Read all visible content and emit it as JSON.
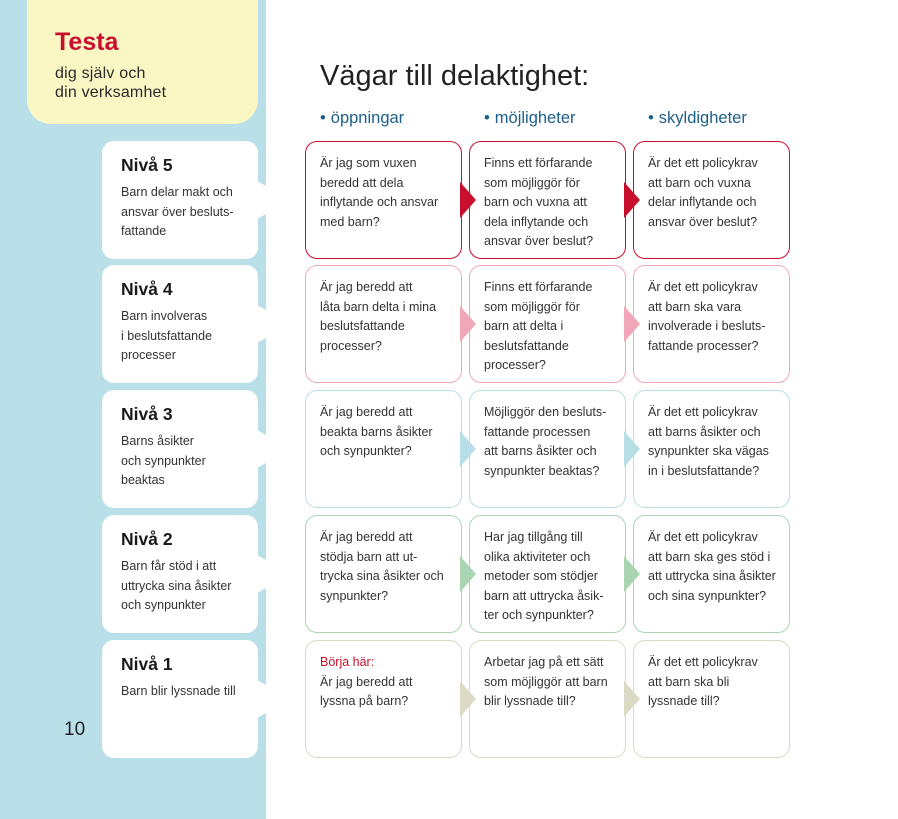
{
  "sidebar": {
    "title": "Testa",
    "subtitle_lines": [
      "dig själv och",
      "din verksamhet"
    ],
    "page_number": "10"
  },
  "main": {
    "title": "Vägar till delaktighet:",
    "columns": [
      {
        "bullet": "•",
        "label": "öppningar"
      },
      {
        "bullet": "•",
        "label": "möjligheter"
      },
      {
        "bullet": "•",
        "label": "skyldigheter"
      }
    ]
  },
  "levels": [
    {
      "title": "Nivå 5",
      "desc": [
        "Barn delar makt och",
        "ansvar över besluts-",
        "fattande"
      ],
      "color": "#c8102e",
      "cells": [
        {
          "lines": [
            "Är jag som vuxen",
            "beredd att dela",
            "inflytande och ansvar",
            "med barn?"
          ]
        },
        {
          "lines": [
            "Finns ett förfarande",
            "som möjliggör för",
            "barn och vuxna att",
            "dela inflytande och",
            "ansvar över beslut?"
          ]
        },
        {
          "lines": [
            "Är det ett policykrav",
            "att barn och vuxna",
            "delar inflytande och",
            "ansvar över beslut?"
          ]
        }
      ]
    },
    {
      "title": "Nivå 4",
      "desc": [
        "Barn involveras",
        "i beslutsfattande",
        "processer"
      ],
      "color": "#f2a7b9",
      "cells": [
        {
          "lines": [
            "Är jag beredd att",
            "låta barn delta i mina",
            "beslutsfattande",
            "processer?"
          ]
        },
        {
          "lines": [
            "Finns ett förfarande",
            "som möjliggör för",
            "barn att delta i",
            "beslutsfattande",
            "processer?"
          ]
        },
        {
          "lines": [
            "Är det ett policykrav",
            "att barn ska vara",
            "involverade i besluts-",
            "fattande processer?"
          ]
        }
      ]
    },
    {
      "title": "Nivå 3",
      "desc": [
        "Barns åsikter",
        "och synpunkter",
        "beaktas"
      ],
      "color": "#b8dfe7",
      "cells": [
        {
          "lines": [
            "Är jag beredd att",
            "beakta barns åsikter",
            "och synpunkter?"
          ]
        },
        {
          "lines": [
            "Möjliggör den besluts-",
            "fattande processen",
            "att barns åsikter och",
            "synpunkter beaktas?"
          ]
        },
        {
          "lines": [
            "Är det ett policykrav",
            "att barns åsikter och",
            "synpunkter ska vägas",
            "in i beslutsfattande?"
          ]
        }
      ]
    },
    {
      "title": "Nivå 2",
      "desc": [
        "Barn får stöd i att",
        "uttrycka sina åsikter",
        "och synpunkter"
      ],
      "color": "#a9d5b3",
      "cells": [
        {
          "lines": [
            "Är jag beredd att",
            "stödja barn att ut-",
            "trycka sina åsikter och",
            "synpunkter?"
          ]
        },
        {
          "lines": [
            "Har jag tillgång till",
            "olika aktiviteter och",
            "metoder som stödjer",
            "barn att uttrycka åsik-",
            "ter och synpunkter?"
          ]
        },
        {
          "lines": [
            "Är det ett policykrav",
            "att barn ska ges stöd i",
            "att uttrycka sina åsikter",
            "och sina synpunkter?"
          ]
        }
      ]
    },
    {
      "title": "Nivå 1",
      "desc": [
        "Barn blir lyssnade till"
      ],
      "color": "#dcd9c4",
      "cells": [
        {
          "start": "Börja här:",
          "lines": [
            "Är jag beredd att",
            "lyssna på barn?"
          ]
        },
        {
          "lines": [
            "Arbetar jag på ett sätt",
            "som möjliggör att barn",
            "blir lyssnade till?"
          ]
        },
        {
          "lines": [
            "Är det ett policykrav",
            "att barn ska bli",
            "lyssnade till?"
          ]
        }
      ]
    }
  ]
}
